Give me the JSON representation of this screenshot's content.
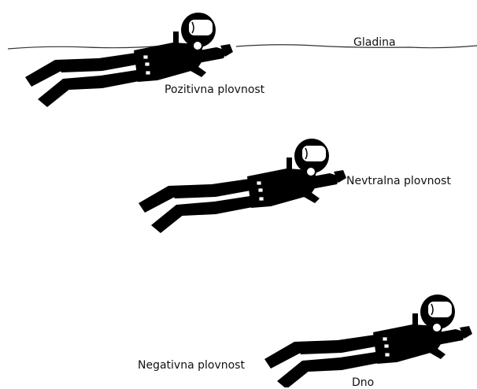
{
  "diagram": {
    "labels": {
      "surface": "Gladina",
      "positive": "Pozitivna plovnost",
      "neutral": "Nevtralna plovnost",
      "negative": "Negativna plovnost",
      "bottom": "Dno"
    },
    "divers": [
      {
        "id": "positive",
        "buoyancy": "Pozitivna plovnost"
      },
      {
        "id": "neutral",
        "buoyancy": "Nevtralna plovnost"
      },
      {
        "id": "negative",
        "buoyancy": "Negativna plovnost"
      }
    ],
    "colors": {
      "diver": "#000000",
      "mask": "#ffffff",
      "water_line": "#333333",
      "text": "#111111"
    }
  }
}
